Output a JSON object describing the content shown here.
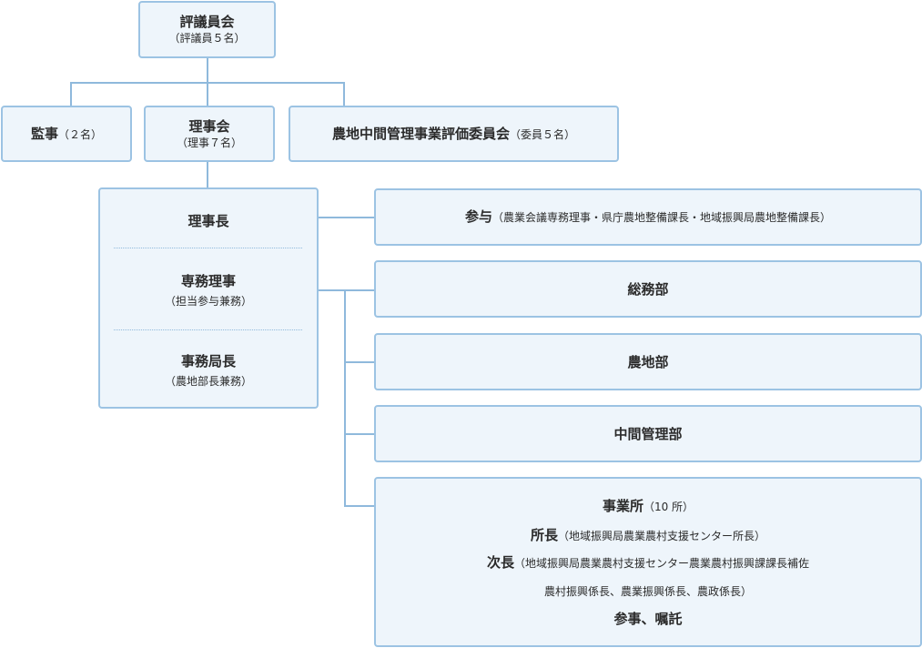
{
  "council": {
    "title": "評議員会",
    "sub": "（評議員５名）"
  },
  "auditor": {
    "title": "監事",
    "sub": "（２名）"
  },
  "board": {
    "title": "理事会",
    "sub": "（理事７名）"
  },
  "committee": {
    "title": "農地中間管理事業評価委員会",
    "sub": "（委員５名）"
  },
  "management": {
    "chair": "理事長",
    "executive_title": "専務理事",
    "executive_sub": "（担当参与兼務）",
    "secretary_title": "事務局長",
    "secretary_sub": "（農地部長兼務）"
  },
  "advisor": {
    "title": "参与",
    "sub": "（農業会議専務理事・県庁農地整備課長・地域振興局農地整備課長）"
  },
  "departments": [
    "総務部",
    "農地部",
    "中間管理部"
  ],
  "office": {
    "title": "事業所",
    "count": "（10 所）",
    "head_title": "所長",
    "head_sub": "（地域振興局農業農村支援センター所長）",
    "deputy_title": "次長",
    "deputy_sub": "（地域振興局農業農村支援センター農業農村振興課課長補佐",
    "deputy_sub2": "農村振興係長、農業振興係長、農政係長）",
    "staff": "参事、嘱託"
  }
}
